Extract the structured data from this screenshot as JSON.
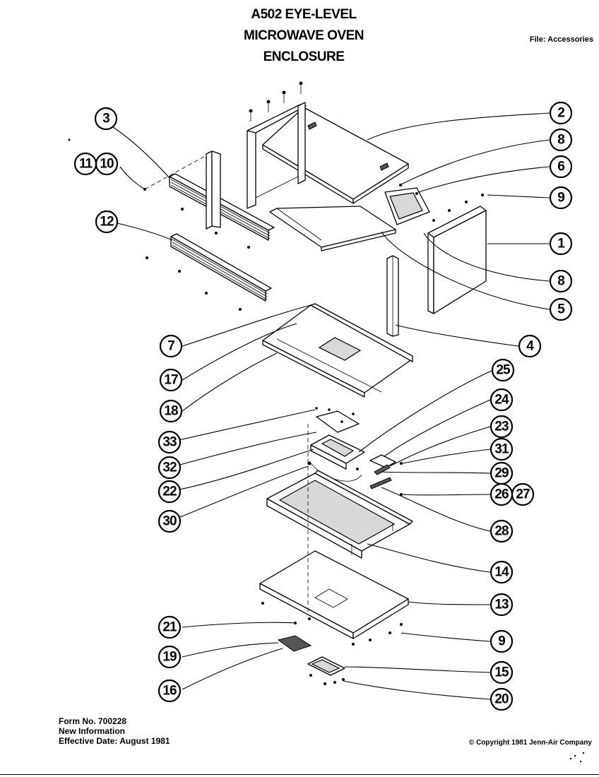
{
  "title_lines": [
    "A502 EYE-LEVEL",
    "MICROWAVE OVEN",
    "ENCLOSURE"
  ],
  "file_label": "File: Accessories",
  "form_info": [
    "Form No. 700228",
    "New Information",
    "Effective Date: August 1981"
  ],
  "copyright": "© Copyright 1981 Jenn-Air Company",
  "callouts": [
    {
      "id": "c2",
      "label": "2"
    },
    {
      "id": "c8a",
      "label": "8"
    },
    {
      "id": "c6",
      "label": "6"
    },
    {
      "id": "c9a",
      "label": "9"
    },
    {
      "id": "c1",
      "label": "1"
    },
    {
      "id": "c8b",
      "label": "8"
    },
    {
      "id": "c5",
      "label": "5"
    },
    {
      "id": "c4",
      "label": "4"
    },
    {
      "id": "c3",
      "label": "3"
    },
    {
      "id": "c11",
      "label": "11"
    },
    {
      "id": "c10",
      "label": "10"
    },
    {
      "id": "c12",
      "label": "12"
    },
    {
      "id": "c7",
      "label": "7"
    },
    {
      "id": "c17",
      "label": "17"
    },
    {
      "id": "c18",
      "label": "18"
    },
    {
      "id": "c25",
      "label": "25"
    },
    {
      "id": "c24",
      "label": "24"
    },
    {
      "id": "c23",
      "label": "23"
    },
    {
      "id": "c31",
      "label": "31"
    },
    {
      "id": "c29",
      "label": "29"
    },
    {
      "id": "c26",
      "label": "26"
    },
    {
      "id": "c27",
      "label": "27"
    },
    {
      "id": "c28",
      "label": "28"
    },
    {
      "id": "c33",
      "label": "33"
    },
    {
      "id": "c32",
      "label": "32"
    },
    {
      "id": "c22",
      "label": "22"
    },
    {
      "id": "c30",
      "label": "30"
    },
    {
      "id": "c14",
      "label": "14"
    },
    {
      "id": "c13",
      "label": "13"
    },
    {
      "id": "c21",
      "label": "21"
    },
    {
      "id": "c9b",
      "label": "9"
    },
    {
      "id": "c19",
      "label": "19"
    },
    {
      "id": "c15",
      "label": "15"
    },
    {
      "id": "c16",
      "label": "16"
    },
    {
      "id": "c20",
      "label": "20"
    }
  ]
}
